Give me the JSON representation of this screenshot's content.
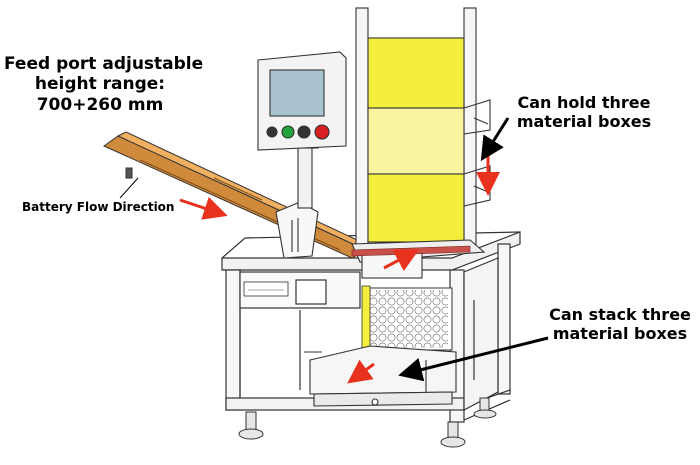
{
  "labels": {
    "feed_port": {
      "line1": "Feed port adjustable",
      "line2": "height range:",
      "line3": "700+260 mm"
    },
    "battery_flow": "Battery Flow Direction",
    "hold_boxes": {
      "line1": "Can hold three",
      "line2": "material boxes"
    },
    "stack_boxes": {
      "line1": "Can stack three",
      "line2": "material boxes"
    }
  },
  "colors": {
    "arrow_red": "#e8321e",
    "panel_yellow": "#f4ee3c",
    "chute_orange": "#d08a3c",
    "frame_line": "#333333",
    "button_red": "#d62020",
    "button_green": "#22a33a",
    "screen_blue": "#a8c3cf"
  }
}
